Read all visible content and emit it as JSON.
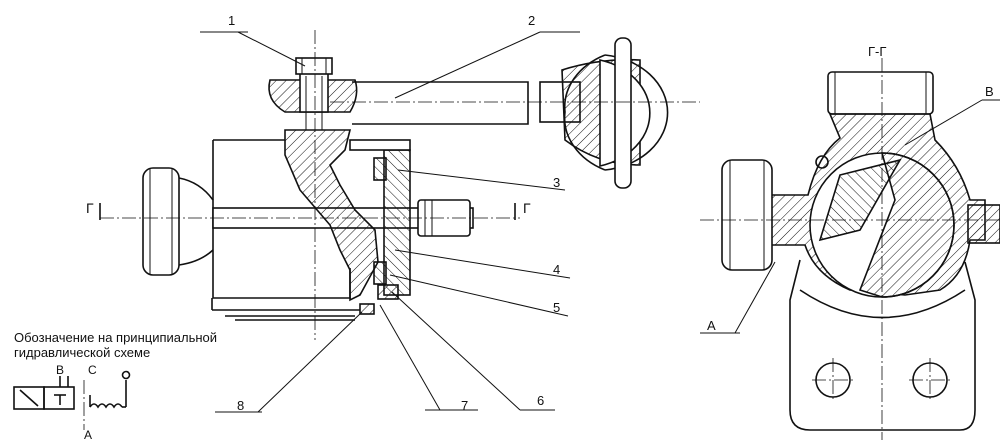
{
  "callouts": [
    "1",
    "2",
    "3",
    "4",
    "5",
    "6",
    "7",
    "8"
  ],
  "section_marks": {
    "left": "Г",
    "right": "Г",
    "title": "Г-Г"
  },
  "ports": {
    "a": "А",
    "b": "В",
    "c": "С"
  },
  "caption": {
    "line1": "Обозначение на принципиальной",
    "line2": "гидравлической схеме"
  }
}
